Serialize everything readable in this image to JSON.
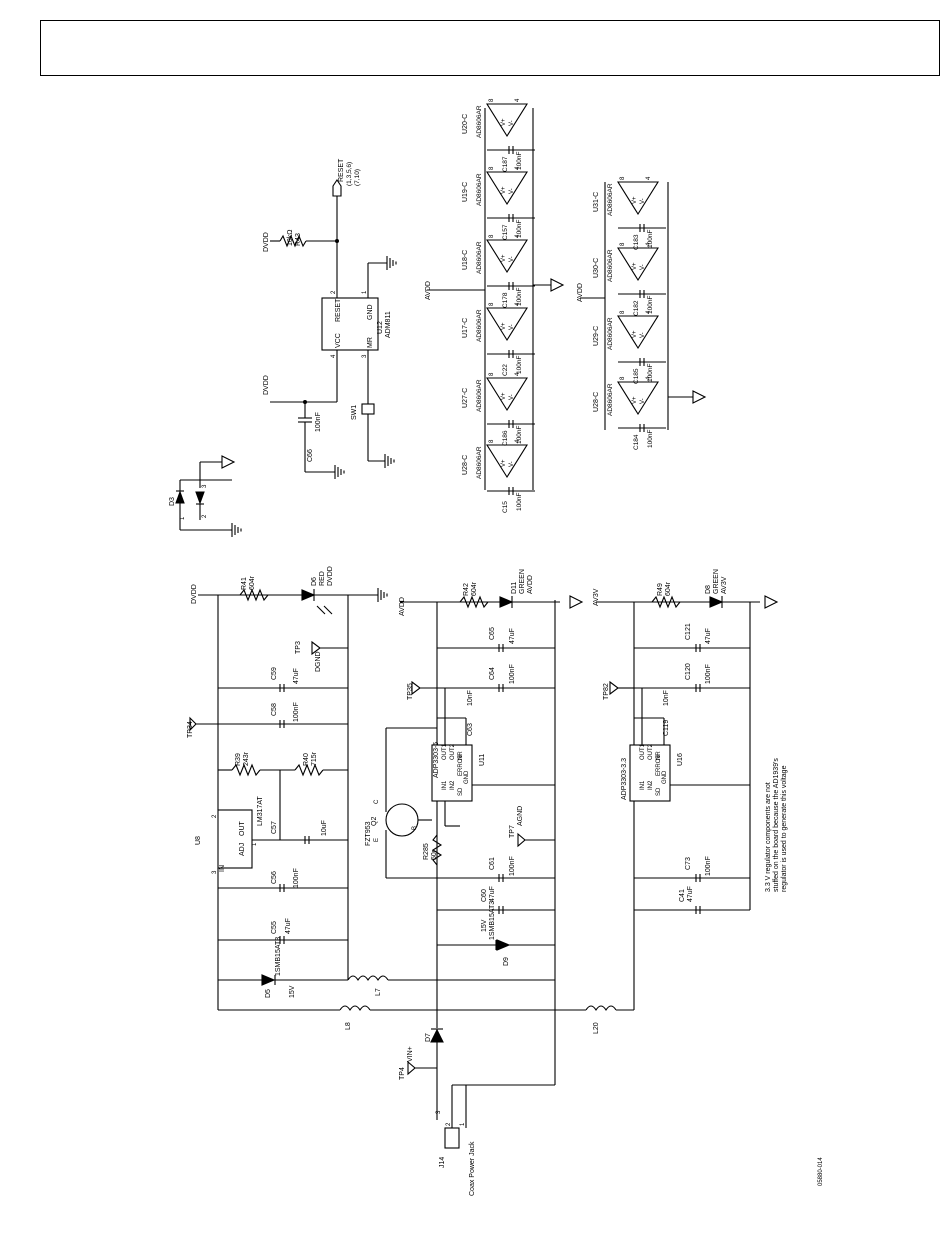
{
  "title_box": {
    "text": ""
  },
  "figure_id": "05880-014",
  "note": [
    "3.3 V regulator components are not",
    "stuffed on the board because the AD1939's",
    "regulator is used to generate this voltage"
  ],
  "labels": {
    "dvdd": "DVDD",
    "avdd": "AVDD",
    "av3v": "AV3V",
    "reset": "RESET",
    "reset_sheets1": "(1,3,5,6)",
    "reset_sheets2": "(7,10)",
    "u12": "U12",
    "u12_part": "ADM811",
    "u12_vcc": "VCC",
    "u12_mr": "MR",
    "u12_reset": "RESET",
    "u12_gnd": "GND",
    "u12_pin1": "1",
    "u12_pin2": "2",
    "u12_pin3": "3",
    "u12_pin4": "4",
    "r43": "R43",
    "r43_val": "10kΩ",
    "c66": "C66",
    "c66_val": "100nF",
    "sw1": "SW1",
    "d3": "D3",
    "d3_pin1": "1",
    "d3_pin2": "2",
    "d3_pin3": "3",
    "opamp_part": "AD8606AR",
    "opamp_vplus": "V+",
    "opamp_vminus": "V-",
    "pin8": "8",
    "pin4": "4",
    "opamps_row1": [
      "U28-C",
      "U27-C",
      "U17-C",
      "U18-C",
      "U19-C",
      "U20-C"
    ],
    "caps_row1": [
      "C15",
      "C186",
      "C22",
      "C178",
      "C157",
      "C187"
    ],
    "opamps_row2": [
      "U28-C",
      "U29-C",
      "U30-C",
      "U31-C"
    ],
    "caps_row2": [
      "C184",
      "C185",
      "C182",
      "C183"
    ],
    "cap_100nf": "100nF",
    "u8": "U8",
    "u8_part": "LM317AT",
    "u8_out": "OUT",
    "u8_in": "IN",
    "u8_adj": "ADJ",
    "u8_pin1": "1",
    "u8_pin2": "2",
    "u8_pin3": "3",
    "r41": "R41",
    "r41_val": "604r",
    "d6": "D6",
    "d6_color": "RED",
    "d6_net": "DVDD",
    "tp3": "TP3",
    "tp3_net": "DGND",
    "c59": "C59",
    "c59_val": "47uF",
    "c58": "C58",
    "c58_val": "100nF",
    "tp34": "TP34",
    "r39": "R39",
    "r39_val": "243r",
    "r40": "R40",
    "r40_val": "715r",
    "c57": "C57",
    "c57_val": "10uF",
    "c56": "C56",
    "c56_val": "100nF",
    "c55": "C55",
    "c55_val": "47uF",
    "d5": "D5",
    "d5_part": "1SMB15AT3",
    "d5_val": "15V",
    "l7": "L7",
    "l8": "L8",
    "r42": "R42",
    "r42_val": "604r",
    "d11": "D11",
    "d11_color": "GREEN",
    "d11_net": "AVDD",
    "c65": "C65",
    "c65_val": "47uF",
    "c64": "C64",
    "c64_val": "100nF",
    "tp35": "TP35",
    "c63": "C63",
    "c63_val": "10nF",
    "u11": "U11",
    "u11_part": "ADP3303-5",
    "ldo_out1": "OUT1",
    "ldo_out2": "OUT2",
    "ldo_nr": "NR",
    "ldo_err": "ERROR",
    "ldo_in1": "IN1",
    "ldo_in2": "IN2",
    "ldo_sd": "SD",
    "ldo_gnd": "GND",
    "ldo_pins": [
      "8",
      "7",
      "6",
      "5",
      "4",
      "1",
      "2",
      "3"
    ],
    "q2": "Q2",
    "q2_part": "FZT953",
    "q2_b": "B",
    "q2_c": "C",
    "q2_e": "E",
    "tp7": "TP7",
    "tp7_net": "AGND",
    "r285": "R285",
    "r285_val": "50r",
    "c61": "C61",
    "c61_val": "100nF",
    "c60": "C60",
    "c60_val": "47uF",
    "d9": "D9",
    "d9_part": "1SMB15AT3",
    "d9_val": "15V",
    "d7": "D7",
    "tp4": "TP4",
    "tp4_net": "VIN+",
    "j14": "J14",
    "j14_name": "Coax Power Jack",
    "j14_pin1": "1",
    "j14_pin2": "2",
    "j14_pin3": "3",
    "r49": "R49",
    "r49_val": "604r",
    "d8": "D8",
    "d8_color": "GREEN",
    "d8_net": "AV3V",
    "c121": "C121",
    "c121_val": "47uF",
    "c120": "C120",
    "c120_val": "100nF",
    "tp82": "TP82",
    "c119": "C119",
    "c119_val": "10nF",
    "u16": "U16",
    "u16_part": "ADP3303-3.3",
    "c73": "C73",
    "c73_val": "100nF",
    "c41": "C41",
    "c41_val": "47uF",
    "l20": "L20"
  },
  "colors": {
    "ink": "#000000",
    "background": "#ffffff"
  }
}
